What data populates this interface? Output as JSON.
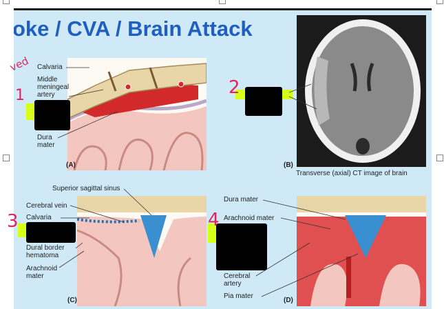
{
  "slide": {
    "title": "oke / CVA / Brain Attack",
    "accent": "#1f5fbf",
    "background": "#cfe9f7"
  },
  "panel_a": {
    "letter": "(A)",
    "labels": {
      "calvaria": "Calvaria",
      "middle_meningeal_artery": "Middle meningeal artery",
      "dura_mater": "Dura mater"
    }
  },
  "panel_b": {
    "letter": "(B)",
    "caption": "Transverse (axial) CT image of brain"
  },
  "panel_c": {
    "letter": "(C)",
    "labels": {
      "superior_sagittal_sinus": "Superior sagittal sinus",
      "cerebral_vein": "Cerebral vein",
      "calvaria": "Calvaria",
      "dural_border_hematoma": "Dural border hematoma",
      "arachnoid_mater": "Arachnoid mater"
    }
  },
  "panel_d": {
    "letter": "(D)",
    "labels": {
      "dura_mater": "Dura mater",
      "arachnoid_mater": "Arachnoid mater",
      "cerebral_artery": "Cerebral artery",
      "pia_mater": "Pia mater"
    }
  },
  "annotations": {
    "mark_a": "1",
    "mark_b": "2",
    "mark_c": "3",
    "mark_d": "4",
    "mark_top": "ved",
    "ink_color": "#e0245e"
  }
}
